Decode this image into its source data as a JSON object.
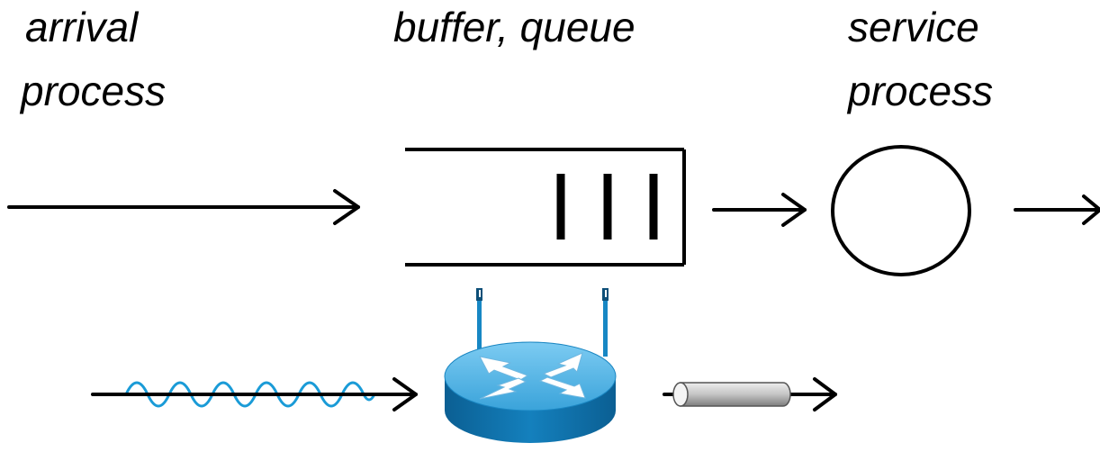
{
  "labels": {
    "arrival_line1": "arrival",
    "arrival_line2": "process",
    "buffer": "buffer, queue",
    "service_line1": "service",
    "service_line2": "process"
  },
  "diagram": {
    "queue_packet_count": 3,
    "colors": {
      "stroke": "#000000",
      "wireless_wave": "#1a9bd7",
      "router_top": "#4fb3e6",
      "router_side": "#0e6fa8",
      "router_arrows": "#ffffff",
      "antenna": "#1787c4",
      "link_cable": "#b8b8b8"
    },
    "icons": [
      "arrow-icon",
      "queue-buffer-icon",
      "server-circle-icon",
      "wireless-wave-icon",
      "router-icon",
      "cable-link-icon"
    ]
  }
}
